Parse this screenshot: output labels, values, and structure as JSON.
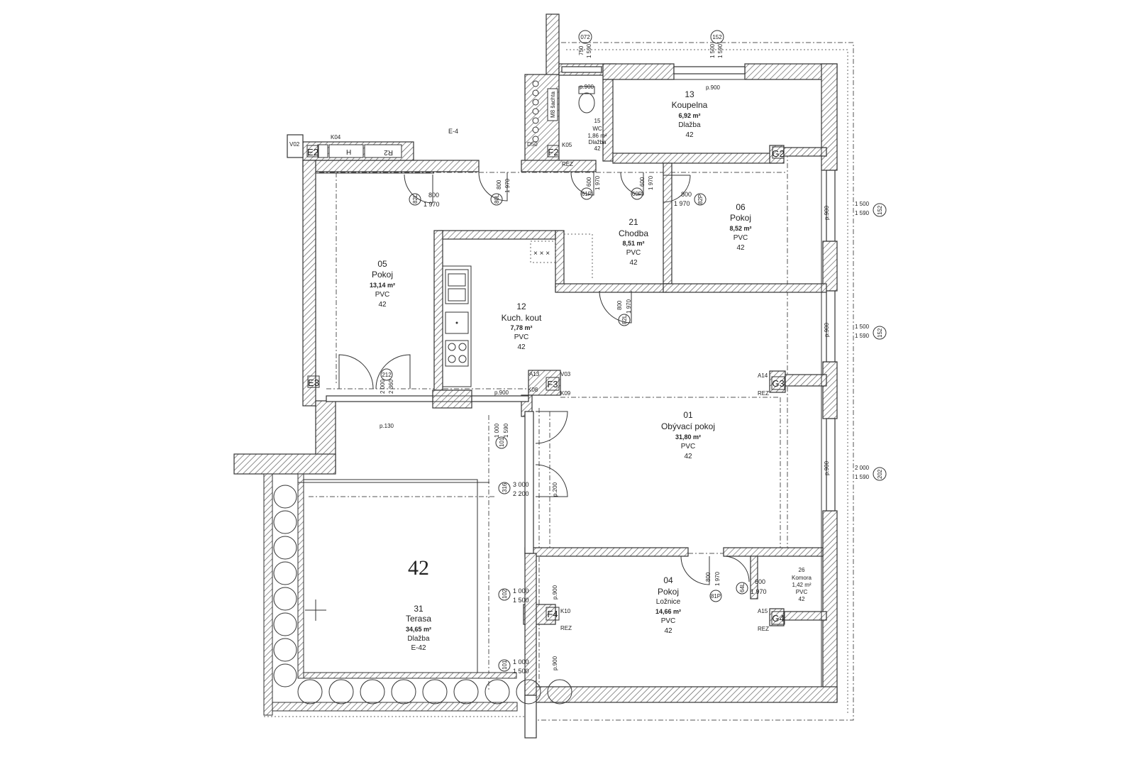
{
  "rooms": {
    "terasa": {
      "num": "31",
      "name": "Terasa",
      "area": "34,65 m²",
      "floor": "Dlažba",
      "code": "E-42",
      "big": "42"
    },
    "pokoj05": {
      "num": "05",
      "name": "Pokoj",
      "area": "13,14 m²",
      "floor": "PVC",
      "code": "42"
    },
    "kuch": {
      "num": "12",
      "name": "Kuch. kout",
      "area": "7,78 m²",
      "floor": "PVC",
      "code": "42"
    },
    "chodba": {
      "num": "21",
      "name": "Chodba",
      "area": "8,51 m²",
      "floor": "PVC",
      "code": "42"
    },
    "pokoj06": {
      "num": "06",
      "name": "Pokoj",
      "area": "8,52 m²",
      "floor": "PVC",
      "code": "42"
    },
    "koupelna": {
      "num": "13",
      "name": "Koupelna",
      "area": "6,92 m²",
      "floor": "Dlažba",
      "code": "42"
    },
    "wc": {
      "num": "15",
      "name": "WC",
      "area": "1,86 m²",
      "floor": "Dlažba",
      "code": "42"
    },
    "obyvaci": {
      "num": "01",
      "name": "Obývací pokoj",
      "area": "31,80 m²",
      "floor": "PVC",
      "code": "42"
    },
    "loznice": {
      "num": "04",
      "name": "Pokoj",
      "sub": "Ložnice",
      "area": "14,66 m²",
      "floor": "PVC",
      "code": "42"
    },
    "komora": {
      "num": "26",
      "name": "Komora",
      "area": "1,42 m²",
      "floor": "PVC",
      "code": "42"
    }
  },
  "grid_tags": {
    "e2": "E2",
    "e3": "E3",
    "f2": "F2",
    "f3": "F3",
    "f4": "F4",
    "g2": "G2",
    "g3": "G3",
    "g4": "G4",
    "e4": "E-4"
  },
  "small_labels": {
    "k04": "K04",
    "v02": "V02",
    "h": "H",
    "r2": "R2",
    "d50": "D50",
    "k05": "K05",
    "rez": "REZ",
    "a13": "A13",
    "v03": "V03",
    "k08": "K08",
    "k09": "K09",
    "a14": "A14",
    "a15": "A15",
    "k10": "K10",
    "msa": "M8 šachta"
  },
  "dims": {
    "d072": "072",
    "d750": "750",
    "d1590": "1 590",
    "d152": "152",
    "d1500": "1 500",
    "p900": "p.900",
    "p130": "p.130",
    "p200": "p.200",
    "d800": "800",
    "d600": "600",
    "d1970": "1 970",
    "d1000": "1 000",
    "d3000": "3 000",
    "d2200": "2 200",
    "d2000": "2 000",
    "d2360": "2 360",
    "d202": "202",
    "c82l": "82L",
    "c80l": "80L",
    "c61p": "61P",
    "c60p": "60P",
    "c82p": "82P",
    "c80p": "80P",
    "c81p": "81P",
    "c64l": "64L",
    "c212": "212",
    "c101": "101",
    "c316": "316",
    "c102": "102"
  }
}
